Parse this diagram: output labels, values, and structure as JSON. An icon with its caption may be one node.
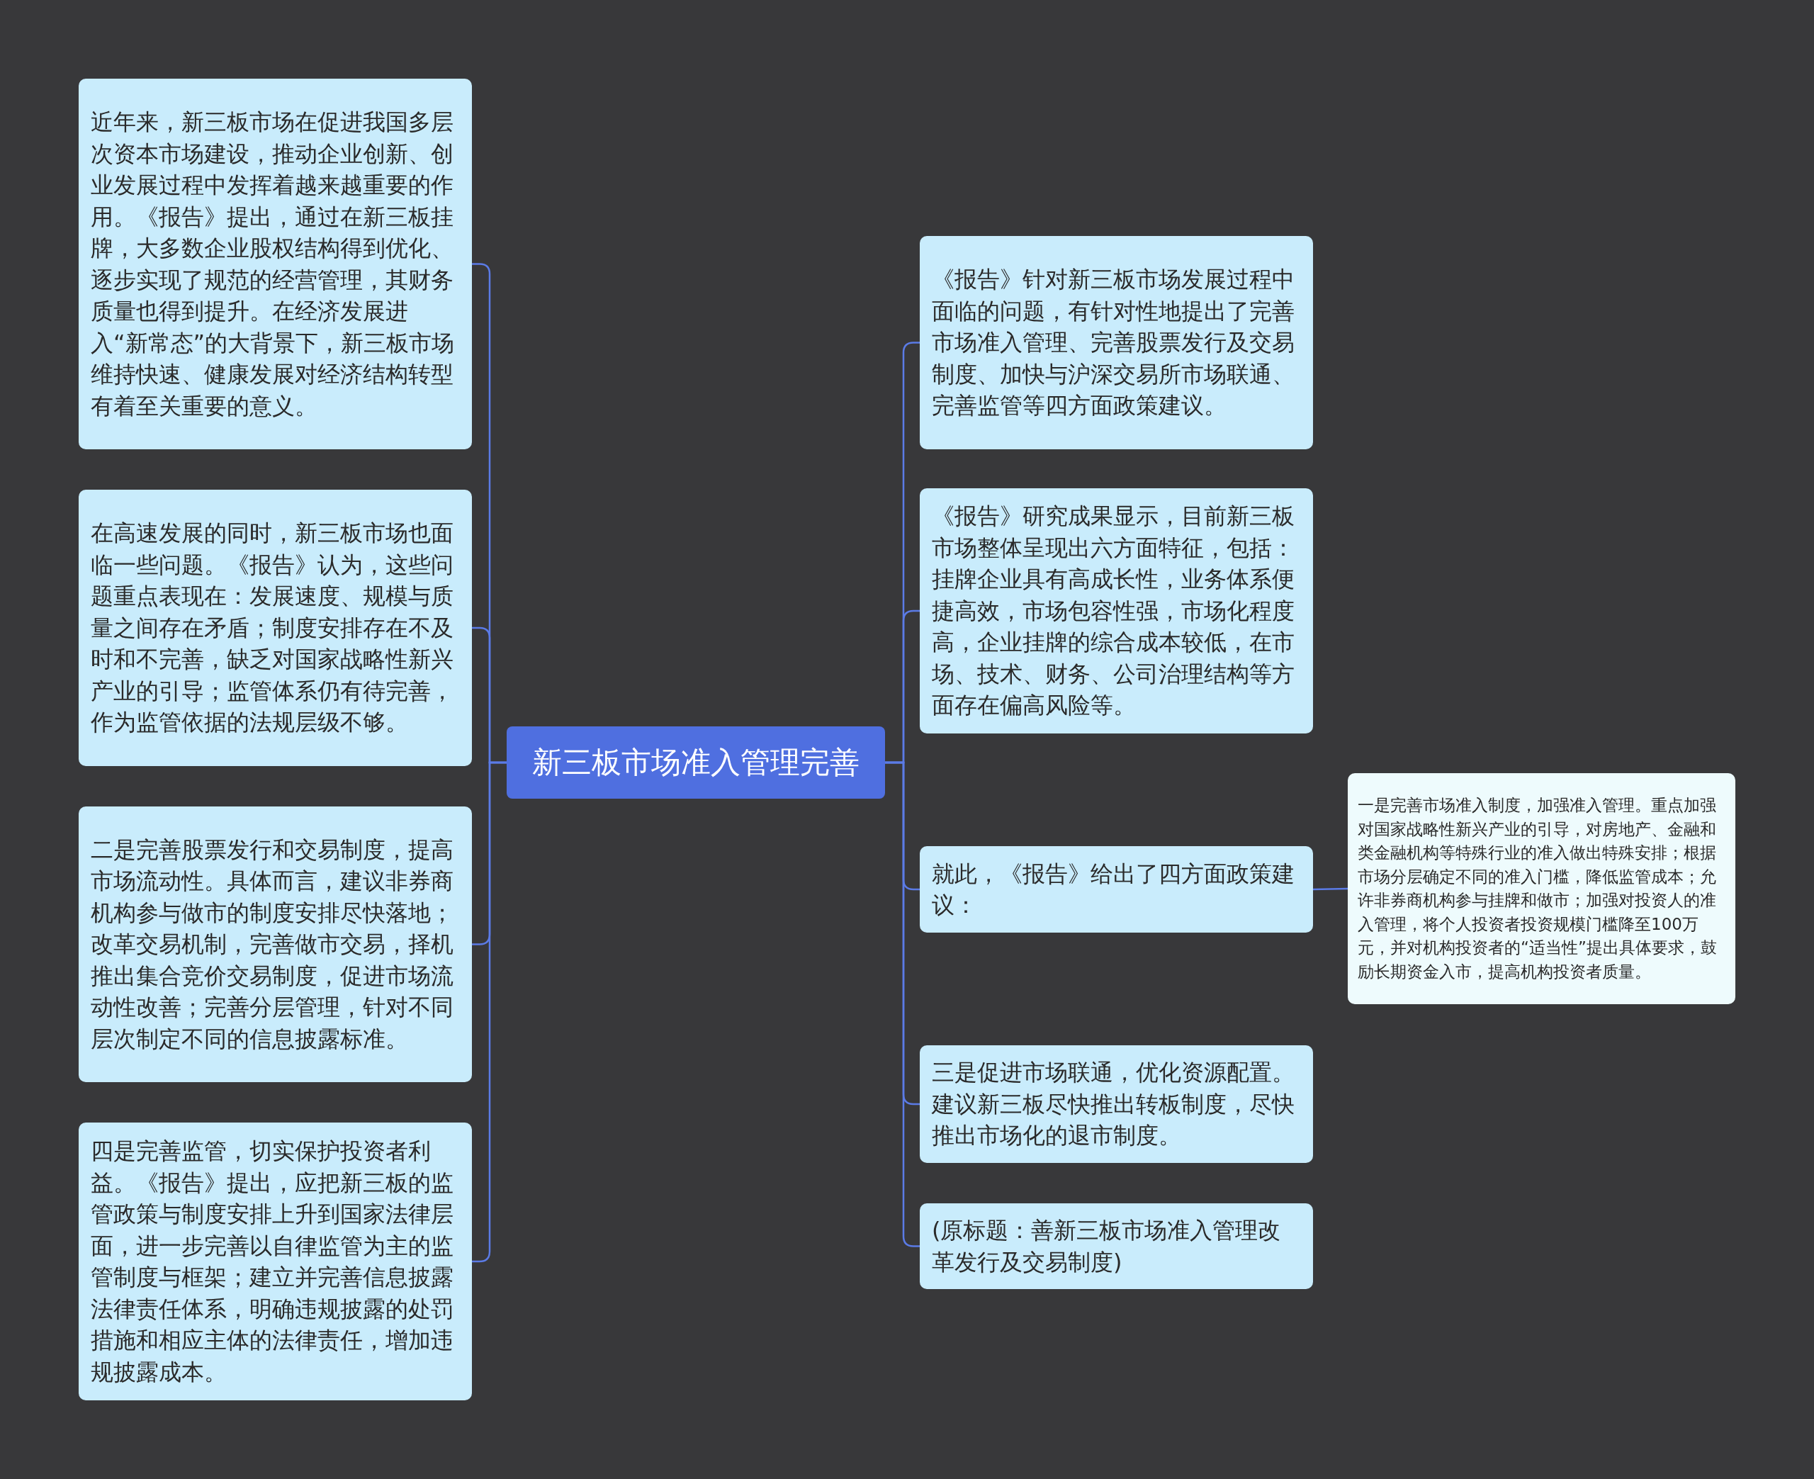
{
  "diagram": {
    "nodes": [
      {
        "text": [
          "新三板市场准入管理完善"
        ]
      },
      {
        "text": [
          "近年来，新三板市场在促进我国多层次资本市场建设，推动企业创新、创业发展过程中发挥着越来越重要的作用。《报告》提出，通过在新三板挂牌，大多数企业股权结构得到优化、逐步实现了规范的经营管理，其财务质量也得到提升。在经济发展进入“新常态”的大背景下，新三板市场维持快速、健康发展对经济结构转型有着至关重要的意义。"
        ]
      },
      {
        "text": [
          "在高速发展的同时，新三板市场也面临一些问题。《报告》认为，这些问题重点表现在：发展速度、规模与质量之间存在矛盾；制度安排存在不及时和不完善，缺乏对国家战略性新兴产业的引导；监管体系仍有待完善，作为监管依据的法规层级不够。"
        ]
      },
      {
        "text": [
          "二是完善股票发行和交易制度，提高市场流动性。具体而言，建议非券商机构参与做市的制度安排尽快落地；改革交易机制，完善做市交易，择机推出集合竞价交易制度，促进市场流动性改善；完善分层管理，针对不同层次制定不同的信息披露标准。"
        ]
      },
      {
        "text": [
          "四是完善监管，切实保护投资者利益。《报告》提出，应把新三板的监管政策与制度安排上升到国家法律层面，进一步完善以自律监管为主的监管制度与框架；建立并完善信息披露法律责任体系，明确违规披露的处罚措施和相应主体的法律责任，增加违规披露成本。"
        ]
      },
      {
        "text": [
          "《报告》针对新三板市场发展过程中面临的问题，有针对性地提出了完善市场准入管理、完善股票发行及交易制度、加快与沪深交易所市场联通、完善监管等四方面政策建议。"
        ]
      },
      {
        "text": [
          "《报告》研究成果显示，目前新三板市场整体呈现出六方面特征，包括：挂牌企业具有高成长性，业务体系便捷高效，市场包容性强，市场化程度高，企业挂牌的综合成本较低，在市场、技术、财务、公司治理结构等方面存在偏高风险等。"
        ]
      },
      {
        "text": [
          "就此，《报告》给出了四方面政策建议："
        ]
      },
      {
        "text": [
          "三是促进市场联通，优化资源配置。建议新三板尽快推出转板制度，尽快推出市场化的退市制度。"
        ]
      },
      {
        "text": [
          "(原标题：善新三板市场准入管理改革发行及交易制度)"
        ]
      },
      {
        "text": [
          "一是完善市场准入制度，加强准入管理。重点加强对国家战略性新兴产业的引导，对房地产、金融和类金融机构等特殊行业的准入做出特殊安排；根据市场分层确定不同的准入门槛，降低监管成本；允许非券商机构参与挂牌和做市；加强对投资人的准入管理，将个人投资者投资规模门槛降至100万元，并对机构投资者的“适当性”提出具体要求，鼓励长期资金入市，提高机构投资者质量。"
        ]
      }
    ],
    "edges": [
      {
        "from": 0,
        "to": 1,
        "arrow": "none"
      },
      {
        "from": 0,
        "to": 2,
        "arrow": "none"
      },
      {
        "from": 0,
        "to": 3,
        "arrow": "none"
      },
      {
        "from": 0,
        "to": 4,
        "arrow": "none"
      },
      {
        "from": 0,
        "to": 5,
        "arrow": "none"
      },
      {
        "from": 0,
        "to": 6,
        "arrow": "none"
      },
      {
        "from": 0,
        "to": 7,
        "arrow": "none"
      },
      {
        "from": 0,
        "to": 8,
        "arrow": "none"
      },
      {
        "from": 0,
        "to": 9,
        "arrow": "none"
      },
      {
        "from": 7,
        "to": 10,
        "arrow": "none"
      }
    ]
  }
}
